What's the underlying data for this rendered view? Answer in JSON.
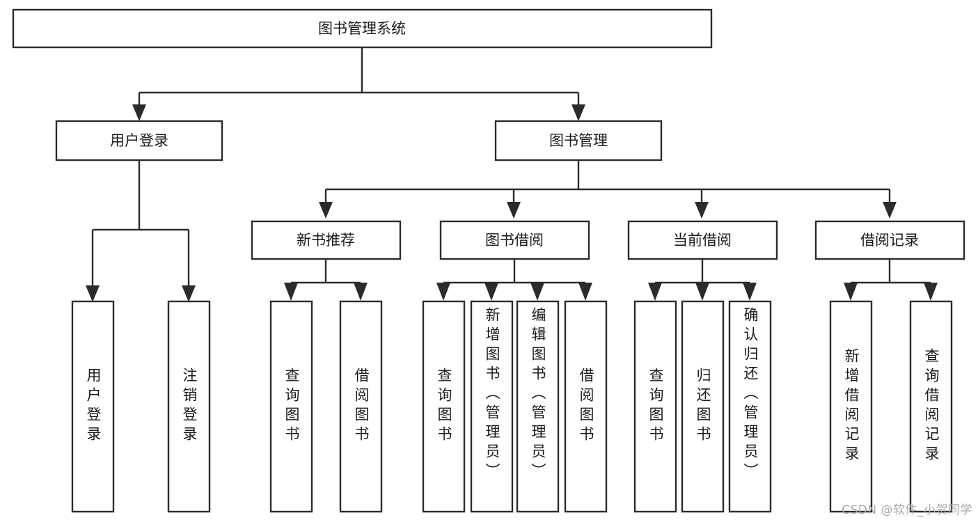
{
  "diagram": {
    "title": "图书管理系统",
    "type": "tree-hierarchy",
    "watermark": "CSDN @软件_小贺同学",
    "colors": {
      "background": "#ffffff",
      "box_fill": "#ffffff",
      "box_stroke": "#2b2b2b",
      "text": "#1a1a1a",
      "watermark_text": "#a8a8a8"
    },
    "root": {
      "label": "图书管理系统"
    },
    "level2": [
      {
        "label": "用户登录"
      },
      {
        "label": "图书管理"
      }
    ],
    "level3": [
      {
        "label": "新书推荐"
      },
      {
        "label": "图书借阅"
      },
      {
        "label": "当前借阅"
      },
      {
        "label": "借阅记录"
      }
    ],
    "leaves": {
      "user_login": [
        {
          "label": "用户登录"
        },
        {
          "label": "注销登录"
        }
      ],
      "new_book_recommend": [
        {
          "label": "查询图书"
        },
        {
          "label": "借阅图书"
        }
      ],
      "book_borrow": [
        {
          "label": "查询图书"
        },
        {
          "label": "新增图书（管理员）"
        },
        {
          "label": "编辑图书（管理员）"
        },
        {
          "label": "借阅图书"
        }
      ],
      "current_borrow": [
        {
          "label": "查询图书"
        },
        {
          "label": "归还图书"
        },
        {
          "label": "确认归还（管理员）"
        }
      ],
      "borrow_record": [
        {
          "label": "新增借阅记录"
        },
        {
          "label": "查询借阅记录"
        }
      ]
    }
  }
}
